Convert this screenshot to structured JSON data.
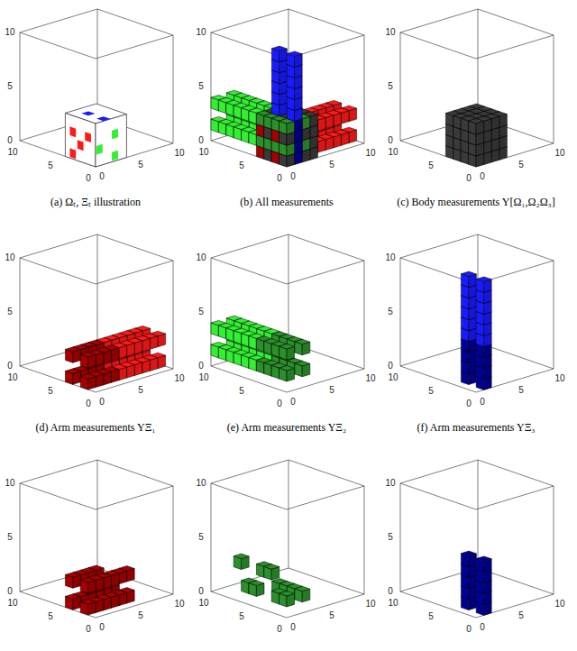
{
  "diagram": {
    "labels": [
      "10",
      "5",
      "0",
      "10",
      "5",
      "0",
      "0",
      "5",
      "10",
      "10",
      "5",
      "0",
      "10",
      "5",
      "0",
      "0",
      "5",
      "10",
      "10",
      "5",
      "0",
      "10",
      "5",
      "0",
      "0",
      "5",
      "10",
      "10",
      "5",
      "0",
      "10",
      "5",
      "0",
      "0",
      "5",
      "10",
      "10",
      "5",
      "0",
      "10",
      "5",
      "0",
      "0",
      "5",
      "10",
      "10",
      "5",
      "0",
      "10",
      "5",
      "0",
      "0",
      "5",
      "10",
      "10",
      "5",
      "0",
      "10",
      "5",
      "0",
      "0",
      "5",
      "10",
      "10",
      "5",
      "0",
      "10",
      "5",
      "0",
      "0",
      "5",
      "10",
      "10",
      "5",
      "0",
      "10",
      "5",
      "0",
      "0",
      "5",
      "10",
      "(a) Ωₜ, Ξₜ illustration",
      "(b) All measurements",
      "(c) Body measurements Y[Ω₁,Ω₂Ω₃]",
      "(d) Arm measurements YΞ₁",
      "(e) Arm measurements YΞ₂",
      "(f) Arm measurements YΞ₃"
    ]
  }
}
